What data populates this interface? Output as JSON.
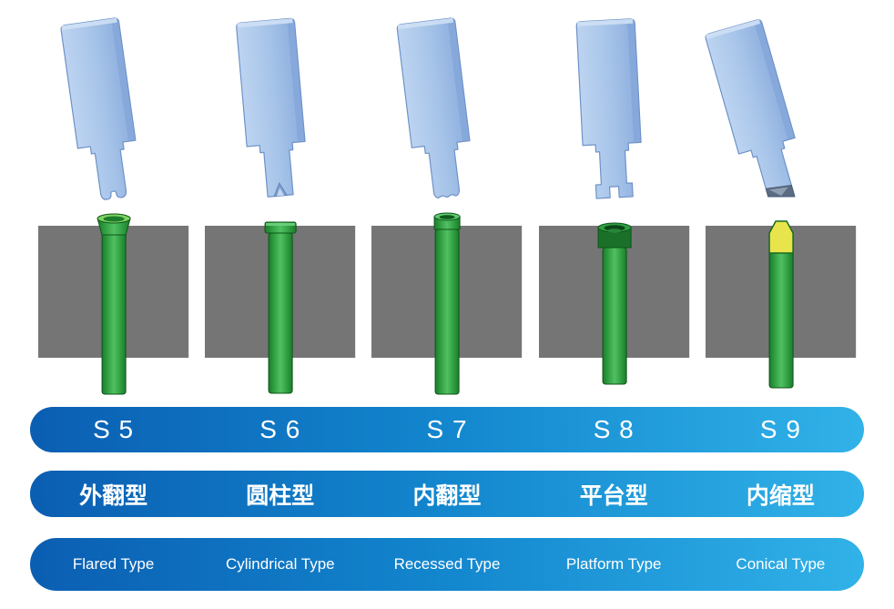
{
  "diagram": {
    "columns": [
      {
        "code": "S 5",
        "label_cn": "外翻型",
        "label_en": "Flared Type"
      },
      {
        "code": "S 6",
        "label_cn": "圆柱型",
        "label_en": "Cylindrical Type"
      },
      {
        "code": "S 7",
        "label_cn": "内翻型",
        "label_en": "Recessed Type"
      },
      {
        "code": "S 8",
        "label_cn": "平台型",
        "label_en": "Platform Type"
      },
      {
        "code": "S 9",
        "label_cn": "内缩型",
        "label_en": "Conical Type"
      }
    ],
    "colors": {
      "tool_blue": "#a5c3e8",
      "tool_edge": "#6e92c8",
      "die_gray": "#757575",
      "tube_green": "#2f9e41",
      "tube_green_dark": "#1b7c2b",
      "rim_green_light": "#7ed262",
      "cone_yellow": "#e8e44b",
      "bar_blue_left": "#0b5eb2",
      "bar_blue_right": "#31b2e8",
      "text_white": "#ffffff"
    }
  }
}
